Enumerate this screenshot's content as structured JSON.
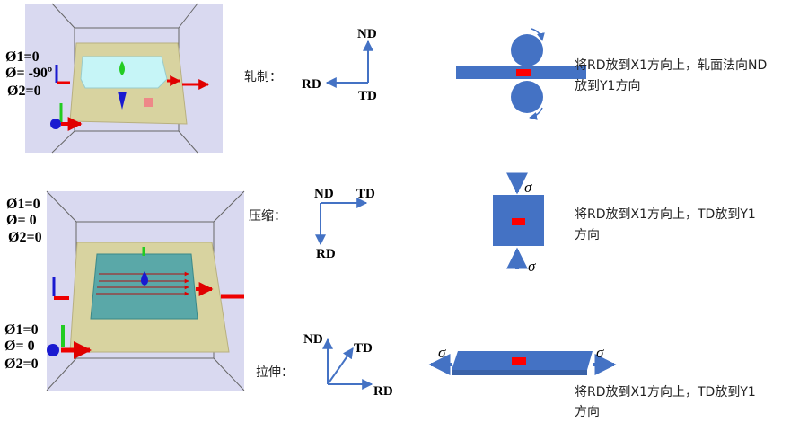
{
  "colors": {
    "blue": "#4472c4",
    "red": "#ff0000",
    "scene_bg": "#d9d9f0",
    "plate": "#d8d3a0",
    "arrow": "#4472c4"
  },
  "rolling": {
    "label": "轧制：",
    "euler": [
      "Ø1=0",
      "Ø= -90º",
      "Ø2=0"
    ],
    "axes": {
      "nd": "ND",
      "rd": "RD",
      "td": "TD"
    },
    "desc": [
      "将RD放到X1方向上，轧面法向ND",
      "放到Y1方向"
    ]
  },
  "compression": {
    "label": "压缩：",
    "euler": [
      "Ø1=0",
      "Ø= 0",
      "Ø2=0"
    ],
    "axes": {
      "nd": "ND",
      "td": "TD",
      "rd": "RD"
    },
    "sigma": "σ",
    "desc": [
      "将RD放到X1方向上，TD放到Y1",
      "方向"
    ]
  },
  "tension": {
    "label": "拉伸：",
    "euler": [
      "Ø1=0",
      "Ø= 0",
      "Ø2=0"
    ],
    "axes": {
      "nd": "ND",
      "td": "TD",
      "rd": "RD"
    },
    "sigma": "σ",
    "desc": [
      "将RD放到X1方向上，TD放到Y1",
      "方向"
    ]
  }
}
